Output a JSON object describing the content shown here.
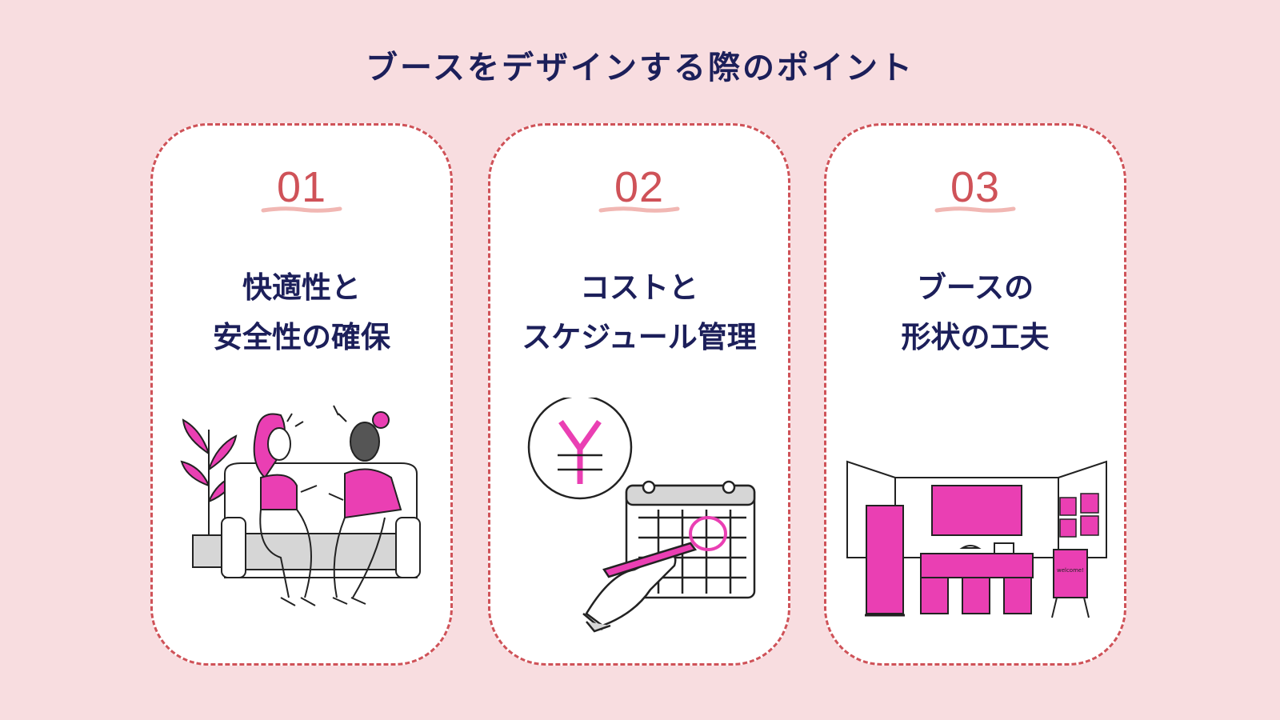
{
  "page": {
    "title": "ブースをデザインする際のポイント"
  },
  "colors": {
    "background": "#f8dde0",
    "accent_red": "#cf5258",
    "navy": "#1c1f5a",
    "magenta": "#ea3fb3",
    "gray": "#d6d6d6"
  },
  "cards": [
    {
      "number": "01",
      "heading_line1": "快適性と",
      "heading_line2": "安全性の確保",
      "illustration": "two-people-chatting-on-sofa"
    },
    {
      "number": "02",
      "heading_line1": "コストと",
      "heading_line2": "スケジュール管理",
      "illustration": "yen-coin-and-calendar"
    },
    {
      "number": "03",
      "heading_line1": "ブースの",
      "heading_line2": "形状の工夫",
      "illustration": "exhibition-booth",
      "sign_text": "welcome!"
    }
  ]
}
